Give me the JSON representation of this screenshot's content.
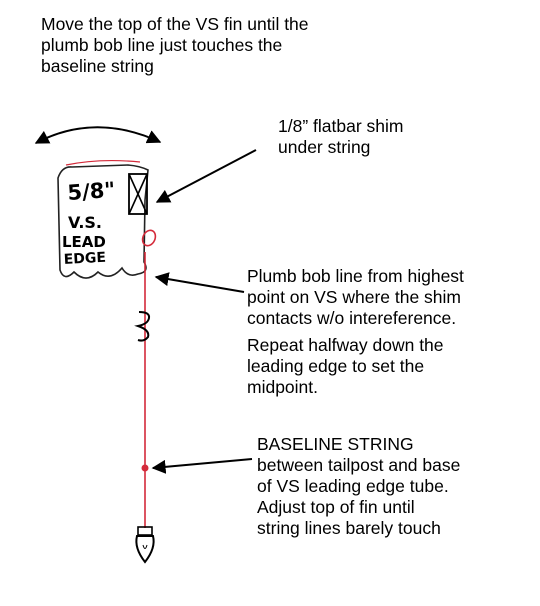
{
  "notes": {
    "title": [
      "Move the top of the VS fin until the",
      "plumb bob line just touches the",
      "baseline string"
    ],
    "shim": [
      "1/8” flatbar shim",
      "under string"
    ],
    "plumb": [
      "Plumb bob line from highest",
      "point on VS where the shim",
      "contacts w/o intereference."
    ],
    "plumb_repeat": [
      "Repeat halfway down the",
      "leading edge to set the",
      "midpoint."
    ],
    "baseline": [
      "BASELINE STRING",
      "between tailpost and base",
      "of VS leading edge tube.",
      "Adjust top of fin until",
      "string lines barely touch"
    ]
  },
  "sketch": {
    "size_label": "5/8\"",
    "fin_label": [
      "V.S.",
      "LEAD",
      "EDGE"
    ],
    "line_color": "#d42a3a"
  },
  "icons": [
    "double-arrow-icon",
    "callout-arrow-icon",
    "plumb-bob-icon"
  ]
}
